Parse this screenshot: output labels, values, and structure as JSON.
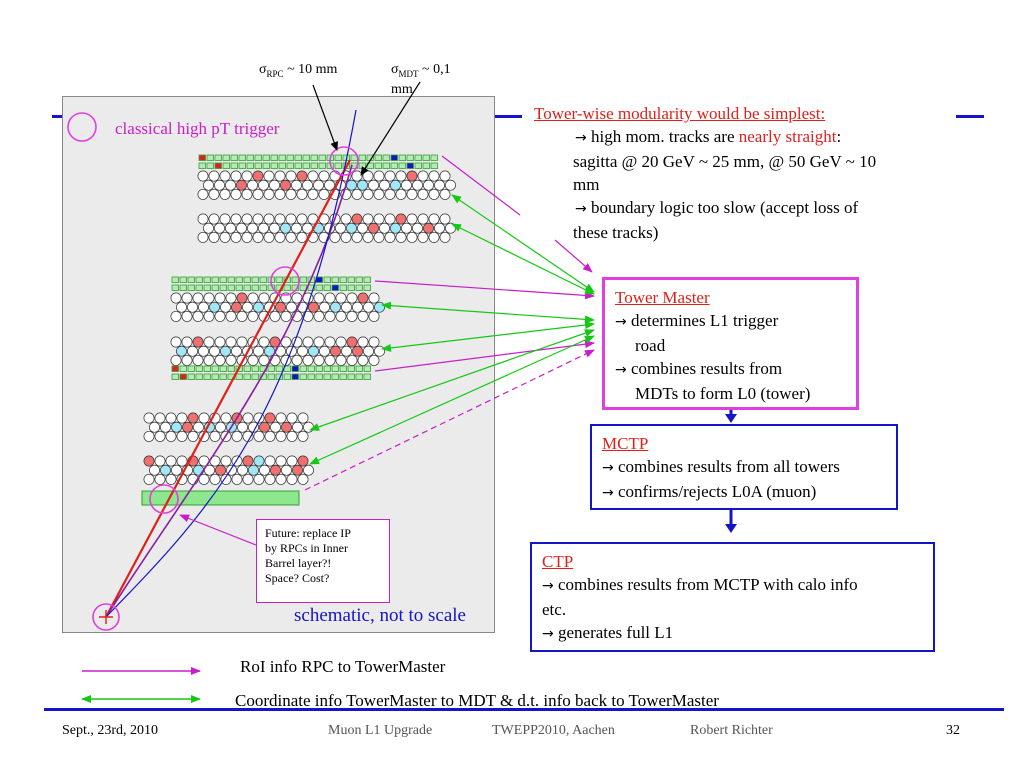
{
  "sigma_labels": {
    "rpc_symbol": "σ",
    "rpc_sub": "RPC",
    "rpc_rest": " ~ 10 mm",
    "mdt_symbol": "σ",
    "mdt_sub": "MDT",
    "mdt_rest": " ~ 0,1",
    "mdt_unit": "mm"
  },
  "diagram": {
    "classical_label": "classical high pT trigger",
    "schematic_note": "schematic, not to scale",
    "future_note": [
      "Future: replace IP",
      "by RPCs in Inner",
      "Barrel layer?!",
      "Space? Cost?"
    ]
  },
  "tower_wise": {
    "title": "Tower-wise modularity would be simplest:",
    "arrow": "→",
    "line1_pre": " high mom. tracks are ",
    "line1_red": "nearly straight",
    "line1_post": ":",
    "line2": "sagitta @ 20 GeV ~ 25 mm, @ 50 GeV ~ 10",
    "line3": "mm",
    "line4": " boundary logic too slow (accept loss of",
    "line5": "these tracks)"
  },
  "tower_master": {
    "title": "Tower Master",
    "l1": " determines L1 trigger",
    "l2": "road",
    "l3": " combines results from",
    "l4": "MDTs to form L0 (tower)"
  },
  "mctp": {
    "title": "MCTP",
    "l1": " combines results from all towers",
    "l2": " confirms/rejects L0A (muon)"
  },
  "ctp": {
    "title": "CTP",
    "l1": " combines results from MCTP with calo info",
    "l2": "etc.",
    "l3": " generates full L1"
  },
  "legend": {
    "roi": "RoI info RPC to TowerMaster",
    "coord": "Coordinate info TowerMaster to MDT & d.t. info back to TowerMaster"
  },
  "footer": {
    "date": "Sept., 23rd, 2010",
    "talk": "Muon L1 Upgrade",
    "venue": "TWEPP2010, Aachen",
    "author": "Robert Richter",
    "page": "32"
  },
  "colors": {
    "rule_blue": "#1414c8",
    "magenta": "#c81ec8",
    "green": "#14c814",
    "red": "#e0201a",
    "tube_red": "#f07070",
    "tube_cyan": "#a0e8f8",
    "rpc_green": "#30a030",
    "rpc_fill": "#b8e8b8",
    "panel": "#ebebeb"
  }
}
